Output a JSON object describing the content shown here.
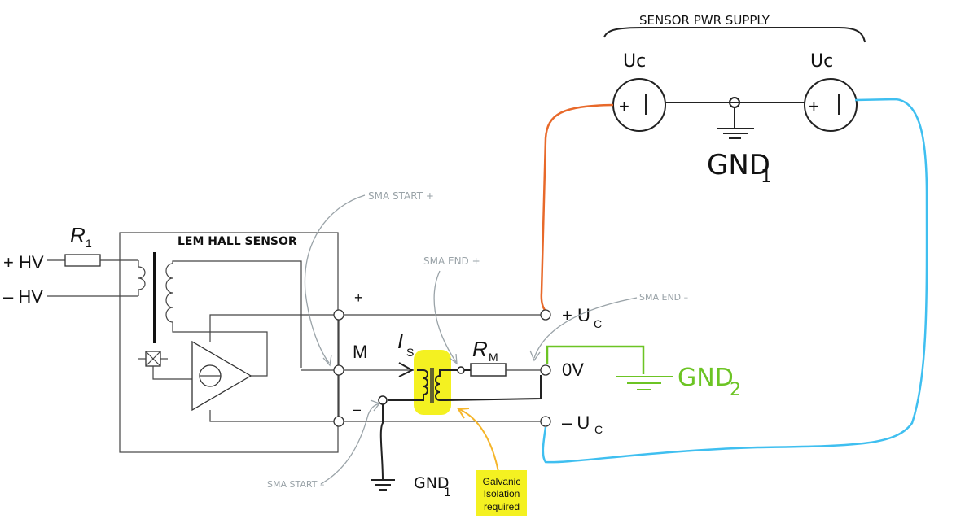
{
  "labels": {
    "supply_title": "SENSOR PWR SUPPLY",
    "supply_sym_left": "Uc",
    "supply_sym_right": "Uc",
    "supply_plus_left": "+",
    "supply_plus_right": "+",
    "gnd1_top": "GND",
    "gnd1_top_sub": "1",
    "sensor_title": "LEM HALL SENSOR",
    "plus_hv": "+ HV",
    "minus_hv": "– HV",
    "r1": "R",
    "r1_sub": "1",
    "pin_plus": "+",
    "pin_m": "M",
    "pin_minus": "–",
    "is": "I",
    "is_sub": "S",
    "rm": "R",
    "rm_sub": "M",
    "uc_plus": "+ U",
    "uc_plus_sub": "C",
    "zero_v": "0V",
    "uc_minus": "– U",
    "uc_minus_sub": "C",
    "gnd2": "GND",
    "gnd2_sub": "2",
    "gnd1_bottom": "GND",
    "gnd1_bottom_sub": "1",
    "sma_start_plus": "SMA START +",
    "sma_end_plus": "SMA END +",
    "sma_end_minus": "SMA END –",
    "sma_start_minus": "SMA START –",
    "galvanic_line1": "Galvanic",
    "galvanic_line2": "Isolation",
    "galvanic_line3": "required"
  },
  "colors": {
    "orange_wire": "#e8692a",
    "blue_wire": "#3fbff0",
    "green": "#6cc424",
    "yellow_highlight": "#f4f121",
    "arrow_orange": "#f5b52a",
    "annotation_gray": "#9aa3a8"
  }
}
